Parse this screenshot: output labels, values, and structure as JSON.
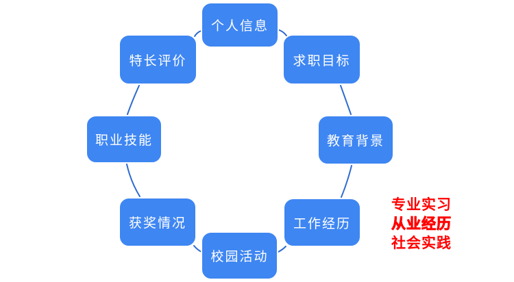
{
  "diagram": {
    "title_hint": "resume-structure-mindmap",
    "nodes": [
      {
        "id": "personal-info",
        "label": "个人信息"
      },
      {
        "id": "strengths-evaluation",
        "label": "特长评价"
      },
      {
        "id": "job-objective",
        "label": "求职目标"
      },
      {
        "id": "professional-skills",
        "label": "职业技能"
      },
      {
        "id": "education-background",
        "label": "教育背景"
      },
      {
        "id": "awards",
        "label": "获奖情况"
      },
      {
        "id": "work-experience",
        "label": "工作经历"
      },
      {
        "id": "campus-activities",
        "label": "校园活动"
      }
    ],
    "annotation": {
      "lines": [
        "专业实习",
        "从业经历",
        "社会实践"
      ]
    },
    "colors": {
      "background": "#FFFFFF",
      "node_fill": "#3E86F2",
      "node_border": "#FFFFFF",
      "node_text": "#FFFFFF",
      "connector": "#2E6BCF",
      "annotation_text": "#FF0000"
    }
  }
}
